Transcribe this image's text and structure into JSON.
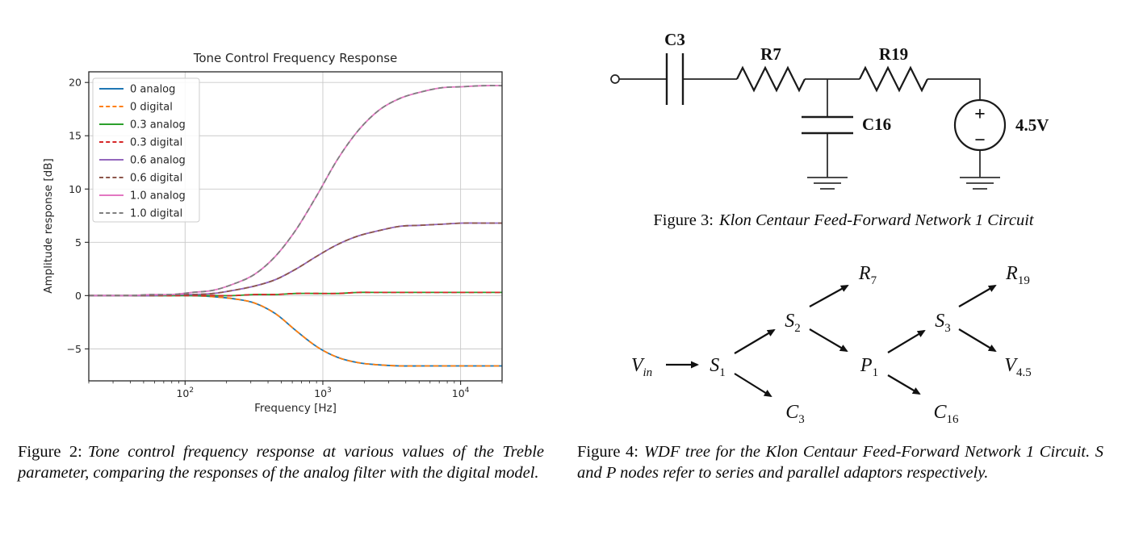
{
  "chart_data": {
    "type": "line",
    "title": "Tone Control Frequency Response",
    "xlabel": "Frequency [Hz]",
    "ylabel": "Amplitude response [dB]",
    "x_scale": "log",
    "xlim": [
      20,
      20000
    ],
    "ylim": [
      -8,
      21
    ],
    "x_ticks": [
      100,
      1000,
      10000
    ],
    "y_ticks": [
      20,
      15,
      10,
      5,
      0,
      -5
    ],
    "grid": true,
    "legend_position": "upper left",
    "x": [
      20,
      28,
      40,
      57,
      80,
      113,
      160,
      226,
      320,
      453,
      640,
      905,
      1280,
      1810,
      2560,
      3620,
      5120,
      7241,
      10240,
      14482,
      20000
    ],
    "series": [
      {
        "name": "0 analog",
        "color": "#1f77b4",
        "style": "solid",
        "values": [
          0,
          0,
          0,
          0,
          0,
          0,
          -0.1,
          -0.3,
          -0.7,
          -1.7,
          -3.3,
          -4.8,
          -5.8,
          -6.3,
          -6.5,
          -6.6,
          -6.6,
          -6.6,
          -6.6,
          -6.6,
          -6.6
        ]
      },
      {
        "name": "0 digital",
        "color": "#ff7f0e",
        "style": "dashed",
        "values": [
          0,
          0,
          0,
          0,
          0,
          0,
          -0.1,
          -0.3,
          -0.7,
          -1.7,
          -3.3,
          -4.8,
          -5.8,
          -6.3,
          -6.5,
          -6.6,
          -6.6,
          -6.6,
          -6.6,
          -6.6,
          -6.6
        ]
      },
      {
        "name": "0.3 analog",
        "color": "#2ca02c",
        "style": "solid",
        "values": [
          0,
          0,
          0,
          0,
          0,
          0,
          0,
          0,
          0.1,
          0.1,
          0.2,
          0.2,
          0.2,
          0.3,
          0.3,
          0.3,
          0.3,
          0.3,
          0.3,
          0.3,
          0.3
        ]
      },
      {
        "name": "0.3 digital",
        "color": "#d62728",
        "style": "dashed",
        "values": [
          0,
          0,
          0,
          0,
          0,
          0,
          0,
          0,
          0.1,
          0.1,
          0.2,
          0.2,
          0.2,
          0.3,
          0.3,
          0.3,
          0.3,
          0.3,
          0.3,
          0.3,
          0.3
        ]
      },
      {
        "name": "0.6 analog",
        "color": "#9467bd",
        "style": "solid",
        "values": [
          0,
          0,
          0,
          0,
          0.1,
          0.1,
          0.2,
          0.5,
          0.9,
          1.5,
          2.5,
          3.7,
          4.8,
          5.6,
          6.1,
          6.5,
          6.6,
          6.7,
          6.8,
          6.8,
          6.8
        ]
      },
      {
        "name": "0.6 digital",
        "color": "#8c564b",
        "style": "dashed",
        "values": [
          0,
          0,
          0,
          0,
          0.1,
          0.1,
          0.2,
          0.5,
          0.9,
          1.5,
          2.5,
          3.7,
          4.8,
          5.6,
          6.1,
          6.5,
          6.6,
          6.7,
          6.8,
          6.8,
          6.8
        ]
      },
      {
        "name": "1.0 analog",
        "color": "#e377c2",
        "style": "solid",
        "values": [
          0,
          0,
          0,
          0.1,
          0.1,
          0.3,
          0.5,
          1.1,
          2.0,
          3.7,
          6.2,
          9.4,
          12.8,
          15.5,
          17.4,
          18.5,
          19.1,
          19.5,
          19.6,
          19.7,
          19.7
        ]
      },
      {
        "name": "1.0 digital",
        "color": "#7f7f7f",
        "style": "dashed",
        "values": [
          0,
          0,
          0,
          0.1,
          0.1,
          0.3,
          0.5,
          1.1,
          2.0,
          3.7,
          6.2,
          9.4,
          12.8,
          15.5,
          17.4,
          18.5,
          19.1,
          19.5,
          19.6,
          19.7,
          19.7
        ]
      }
    ]
  },
  "figure2": {
    "caption_label": "Figure 2:",
    "caption_text": "Tone control frequency response at various values of the Treble parameter, comparing the responses of the analog filter with the digital model."
  },
  "figure3": {
    "caption_label": "Figure 3:",
    "caption_text": "Klon Centaur Feed-Forward Network 1 Circuit",
    "labels": {
      "c3": "C3",
      "r7": "R7",
      "r19": "R19",
      "c16": "C16",
      "source": "4.5V",
      "source_plus": "+",
      "source_minus": "−"
    }
  },
  "figure4": {
    "caption_label": "Figure 4:",
    "caption_text": "WDF tree for the Klon Centaur Feed-Forward Network 1 Circuit.  S and P nodes refer to series and parallel adaptors respectively.",
    "nodes": {
      "vin": {
        "base": "V",
        "sub": "in"
      },
      "s1": {
        "base": "S",
        "sub": "1"
      },
      "s2": {
        "base": "S",
        "sub": "2"
      },
      "s3": {
        "base": "S",
        "sub": "3"
      },
      "p1": {
        "base": "P",
        "sub": "1"
      },
      "r7": {
        "base": "R",
        "sub": "7"
      },
      "r19": {
        "base": "R",
        "sub": "19"
      },
      "c3": {
        "base": "C",
        "sub": "3"
      },
      "c16": {
        "base": "C",
        "sub": "16"
      },
      "v45": {
        "base": "V",
        "sub": "4.5"
      }
    }
  }
}
